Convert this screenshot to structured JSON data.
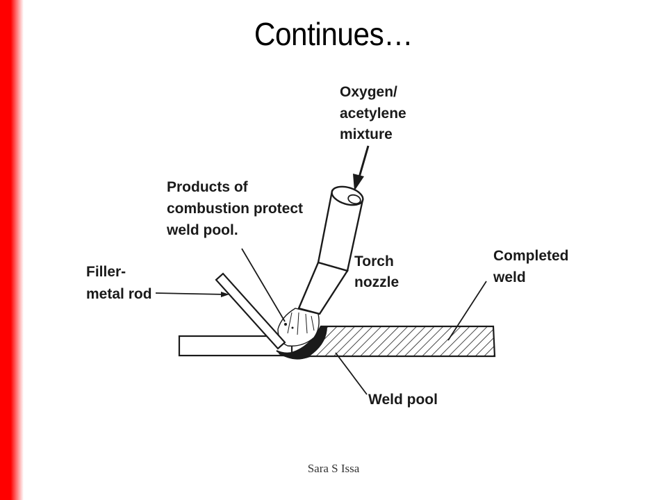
{
  "slide": {
    "title": "Continues…",
    "footer": "Sara S Issa"
  },
  "diagram": {
    "labels": {
      "oxygen_line1": "Oxygen/",
      "oxygen_line2": "acetylene",
      "oxygen_line3": "mixture",
      "products_line1": "Products of",
      "products_line2": "combustion protect",
      "products_line3": "weld pool.",
      "filler_line1": "Filler-",
      "filler_line2": "metal rod",
      "torch_line1": "Torch",
      "torch_line2": "nozzle",
      "completed_line1": "Completed",
      "completed_line2": "weld",
      "weld_pool": "Weld pool"
    }
  },
  "colors": {
    "accent_bar": "#ff0000",
    "ink": "#1a1a1a"
  }
}
